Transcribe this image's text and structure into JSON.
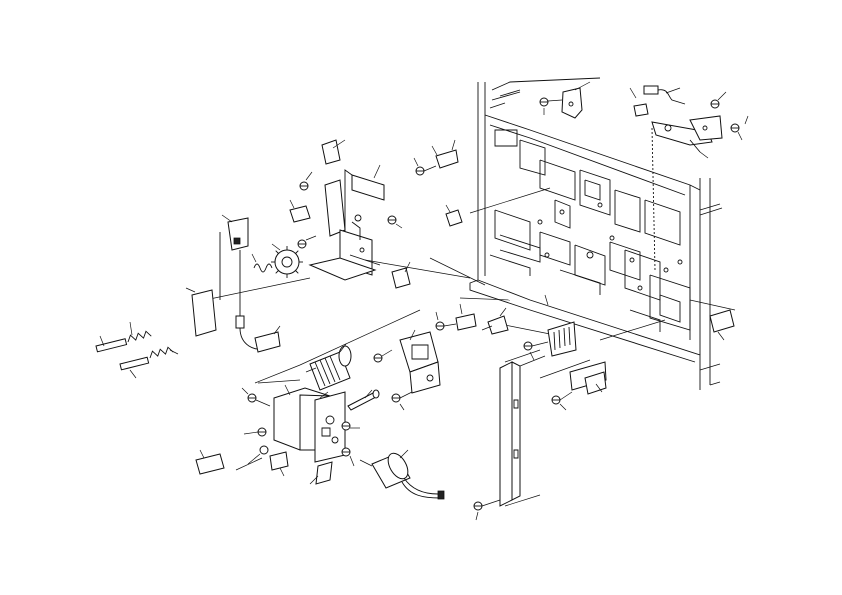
{
  "figure": {
    "type": "exploded-parts-diagram",
    "background": "#ffffff",
    "line_color": "#111111"
  },
  "parts": [
    {
      "id": "frame-panel",
      "icon": "frame-panel-icon"
    },
    {
      "id": "bracket-top-right",
      "icon": "bracket-icon"
    },
    {
      "id": "harness-connector",
      "icon": "connector-icon"
    },
    {
      "id": "sensor-bracket",
      "icon": "bracket-icon"
    },
    {
      "id": "gear",
      "icon": "gear-icon"
    },
    {
      "id": "spring",
      "icon": "spring-icon"
    },
    {
      "id": "motor",
      "icon": "motor-icon"
    },
    {
      "id": "solenoid",
      "icon": "solenoid-icon"
    },
    {
      "id": "clutch",
      "icon": "clutch-icon"
    },
    {
      "id": "interlock-switch",
      "icon": "switch-icon"
    },
    {
      "id": "guide-rail",
      "icon": "rail-icon"
    },
    {
      "id": "ferrite-harness",
      "icon": "ferrite-icon"
    },
    {
      "id": "screws",
      "icon": "screw-icon"
    },
    {
      "id": "studs",
      "icon": "stud-icon"
    }
  ]
}
